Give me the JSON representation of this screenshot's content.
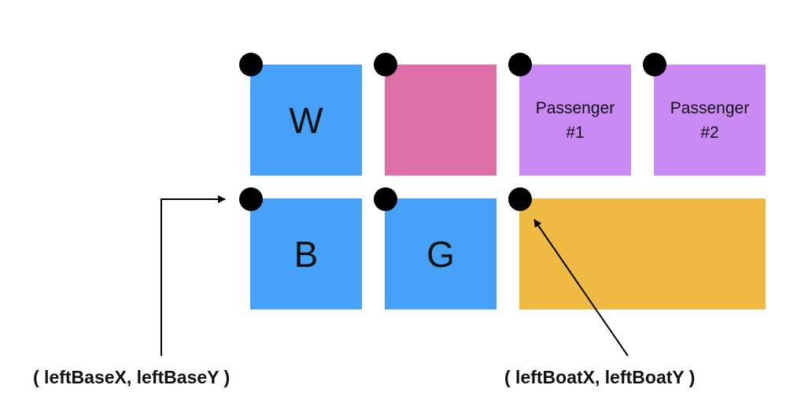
{
  "colors": {
    "blue": "#45A2F8",
    "pink": "#DE6EA6",
    "purple": "#C98AF4",
    "gold": "#EEBA42",
    "dot": "#000000",
    "arrow": "#000000"
  },
  "blocks": {
    "w": {
      "label": "W"
    },
    "pink": {
      "label": ""
    },
    "passenger1": {
      "line1": "Passenger",
      "line2": "#1"
    },
    "passenger2": {
      "line1": "Passenger",
      "line2": "#2"
    },
    "b": {
      "label": "B"
    },
    "g": {
      "label": "G"
    },
    "boat": {
      "label": ""
    }
  },
  "annotations": {
    "left_base": "( leftBaseX, leftBaseY )",
    "left_boat": "( leftBoatX, leftBoatY )"
  }
}
